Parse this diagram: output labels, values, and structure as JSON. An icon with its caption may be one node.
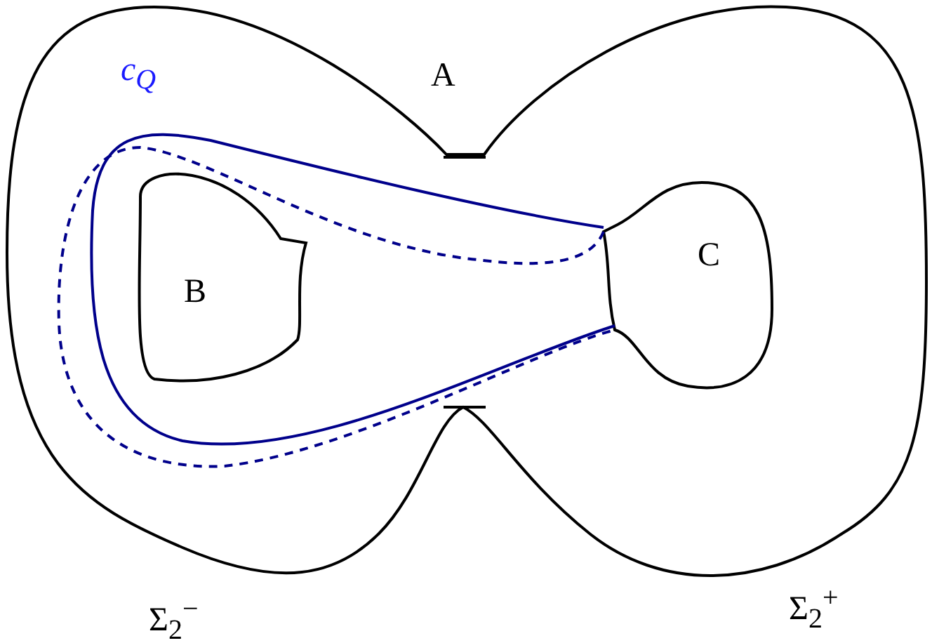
{
  "diagram": {
    "labels": [
      "c$_{Q}$",
      "A",
      "B",
      "C",
      "Σ$_{2}$$^{−}$",
      "Σ$_{2}$$^{+}$"
    ]
  }
}
